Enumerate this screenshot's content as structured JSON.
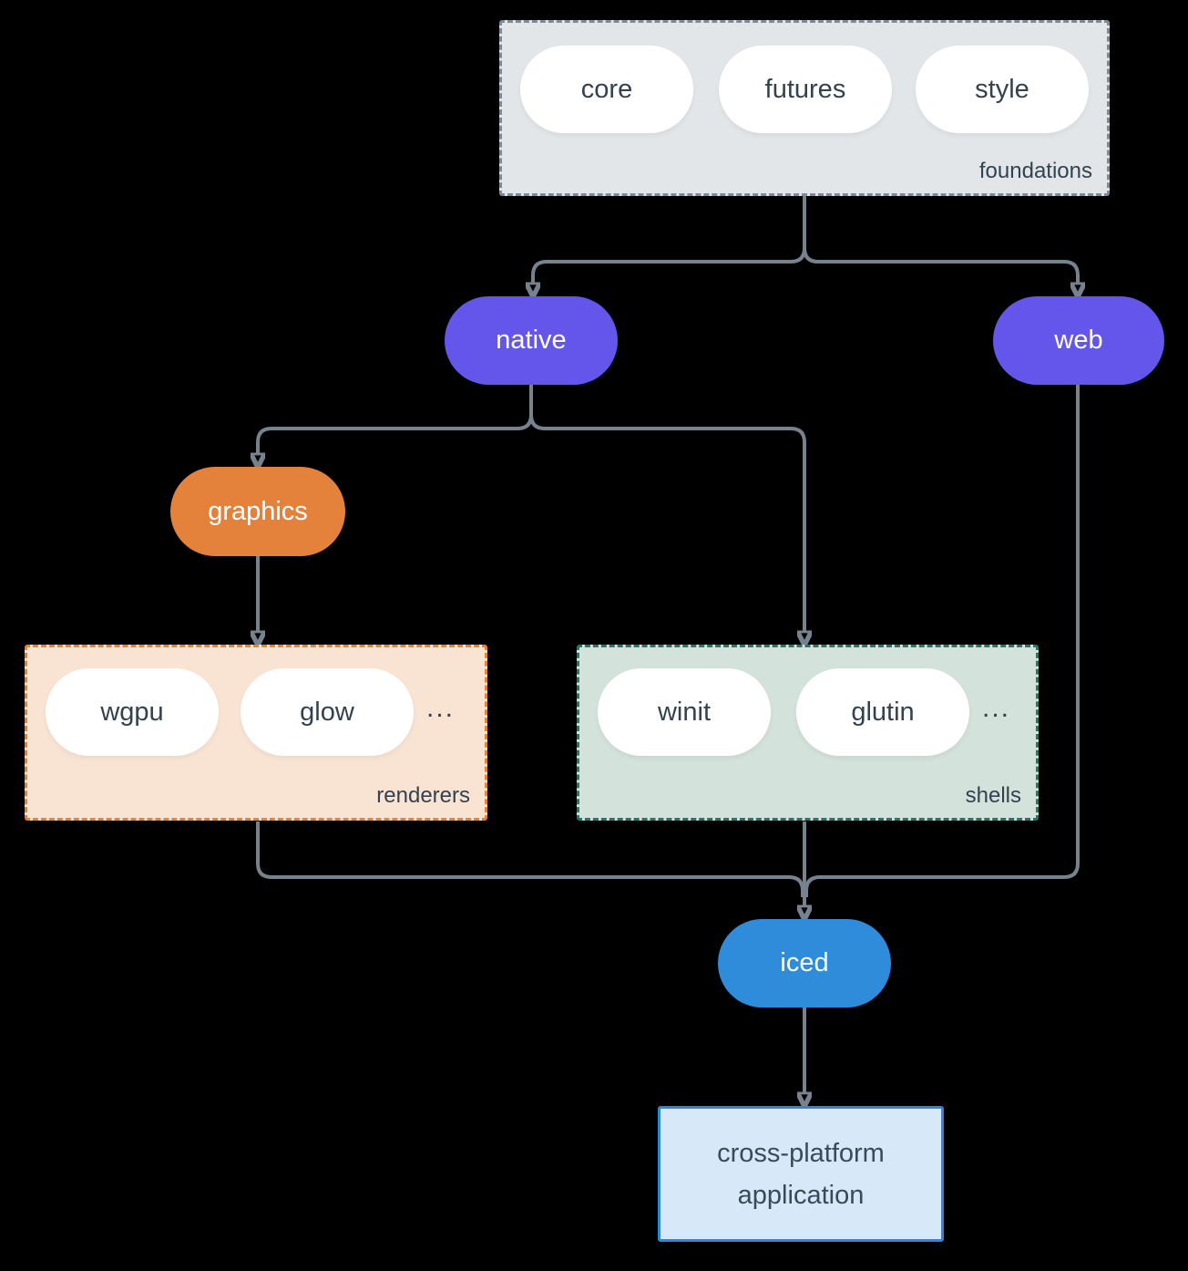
{
  "diagram": {
    "foundations": {
      "label": "foundations",
      "pills": [
        "core",
        "futures",
        "style"
      ]
    },
    "native": {
      "label": "native"
    },
    "web": {
      "label": "web"
    },
    "graphics": {
      "label": "graphics"
    },
    "renderers": {
      "label": "renderers",
      "pills": [
        "wgpu",
        "glow"
      ],
      "more": "..."
    },
    "shells": {
      "label": "shells",
      "pills": [
        "winit",
        "glutin"
      ],
      "more": "..."
    },
    "iced": {
      "label": "iced"
    },
    "application": {
      "label": "cross-platform application"
    },
    "colors": {
      "background": "#000000",
      "connector": "#76828e",
      "foundations_fill": "#e2e6e9",
      "foundations_border": "#7e8b97",
      "node_text_dark": "#33424f",
      "purple": "#6456eb",
      "orange": "#e4823c",
      "renderers_fill": "#f9e4d4",
      "renderers_border": "#e8842e",
      "shells_fill": "#d3e2da",
      "shells_border": "#1f7a66",
      "blue": "#2e8cdb",
      "application_fill": "#d7e8f9",
      "application_border": "#2b87dd"
    }
  }
}
